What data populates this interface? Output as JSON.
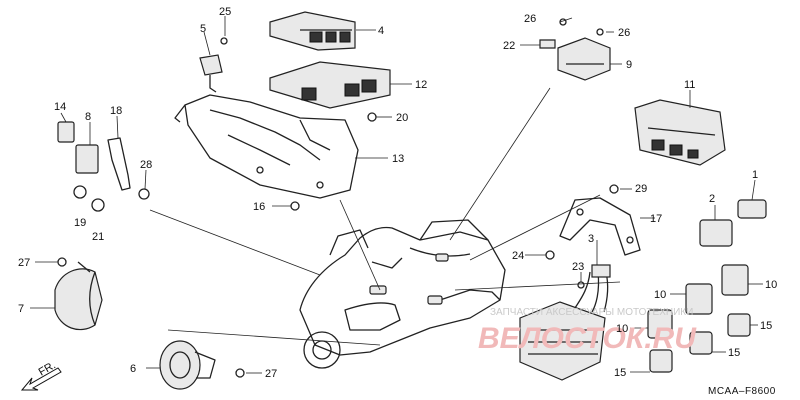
{
  "diagram": {
    "code": "MCAA–F8600",
    "direction_label": "FR.",
    "watermark_top": "ЗАПЧАСТИ АКСЕССУАРЫ МОТОТЕХНИКИ",
    "watermark_brand": "ВЕЛОСТОК.RU"
  },
  "callouts": {
    "c25": "25",
    "c5": "5",
    "c4": "4",
    "c12": "12",
    "c20": "20",
    "c13": "13",
    "c16": "16",
    "c14": "14",
    "c8": "8",
    "c18": "18",
    "c28": "28",
    "c19": "19",
    "c21": "21",
    "c26a": "26",
    "c26b": "26",
    "c22": "22",
    "c9": "9",
    "c11": "11",
    "c29": "29",
    "c17": "17",
    "c2": "2",
    "c1": "1",
    "c3": "3",
    "c24": "24",
    "c23": "23",
    "c27a": "27",
    "c27b": "27",
    "c7": "7",
    "c6": "6",
    "c10a": "10",
    "c10b": "10",
    "c10c": "10",
    "c15a": "15",
    "c15b": "15",
    "c15c": "15"
  }
}
